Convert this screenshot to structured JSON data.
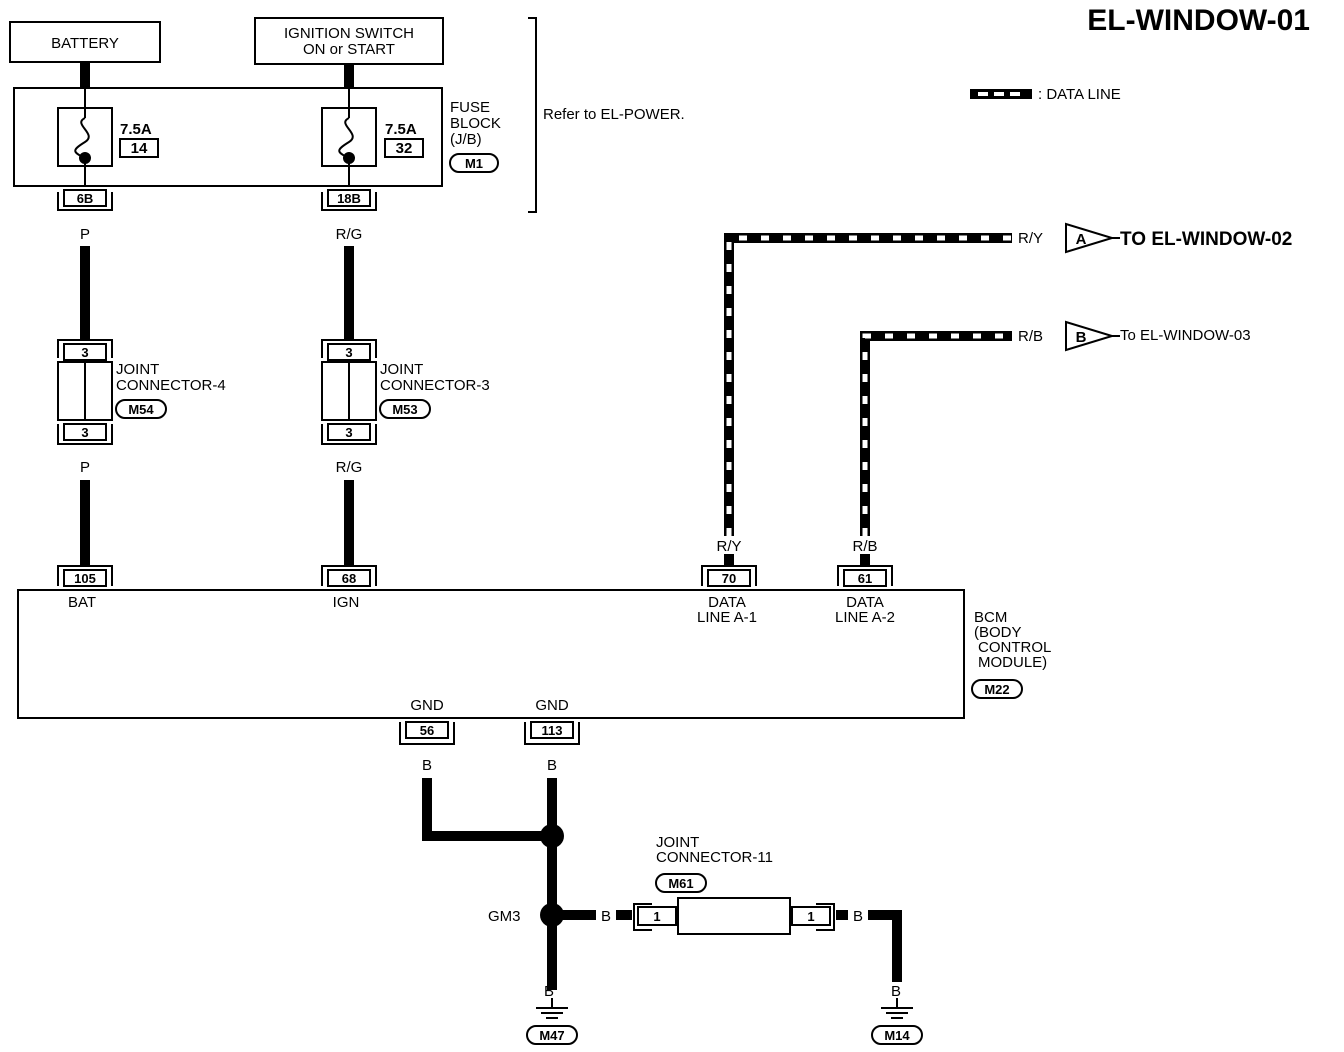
{
  "title": "EL-WINDOW-01",
  "legend": {
    "label": ": DATA LINE"
  },
  "battery": {
    "label": "BATTERY"
  },
  "ignition": {
    "line1": "IGNITION SWITCH",
    "line2": "ON or START"
  },
  "fuse_block": {
    "line1": "FUSE",
    "line2": "BLOCK",
    "line3": "(J/B)",
    "connector": "M1",
    "refer": "Refer to EL-POWER.",
    "fuse_left": {
      "rating": "7.5A",
      "number": "14",
      "terminal": "6B"
    },
    "fuse_right": {
      "rating": "7.5A",
      "number": "32",
      "terminal": "18B"
    }
  },
  "wire_colors": {
    "p_top": "P",
    "rg_top": "R/G",
    "p_bottom": "P",
    "rg_bottom": "R/G",
    "ry_right": "R/Y",
    "rb_right": "R/B",
    "ry_bottom": "R/Y",
    "rb_bottom": "R/B",
    "b_gnd56": "B",
    "b_gnd113": "B",
    "b_jc11_left": "B",
    "b_jc11_right": "B",
    "b_m47": "B",
    "b_m14": "B"
  },
  "joint4": {
    "line1": "JOINT",
    "line2": "CONNECTOR-4",
    "connector": "M54",
    "pin_top": "3",
    "pin_bottom": "3"
  },
  "joint3": {
    "line1": "JOINT",
    "line2": "CONNECTOR-3",
    "connector": "M53",
    "pin_top": "3",
    "pin_bottom": "3"
  },
  "to_a": {
    "letter": "A",
    "text": "TO  EL-WINDOW-02"
  },
  "to_b": {
    "letter": "B",
    "text": "To EL-WINDOW-03"
  },
  "bcm": {
    "line1": "BCM",
    "line2": "(BODY",
    "line3": "CONTROL",
    "line4": "MODULE)",
    "connector": "M22",
    "t_bat": {
      "pin": "105",
      "label": "BAT"
    },
    "t_ign": {
      "pin": "68",
      "label": "IGN"
    },
    "t_a1": {
      "pin": "70",
      "label1": "DATA",
      "label2": "LINE A-1"
    },
    "t_a2": {
      "pin": "61",
      "label1": "DATA",
      "label2": "LINE A-2"
    },
    "t_gnd1": {
      "pin": "56",
      "label": "GND"
    },
    "t_gnd2": {
      "pin": "113",
      "label": "GND"
    }
  },
  "joint11": {
    "line1": "JOINT",
    "line2": "CONNECTOR-11",
    "connector": "M61",
    "pin_left": "1",
    "pin_right": "1"
  },
  "gm3": {
    "label": "GM3"
  },
  "ground_m47": {
    "connector": "M47"
  },
  "ground_m14": {
    "connector": "M14"
  }
}
